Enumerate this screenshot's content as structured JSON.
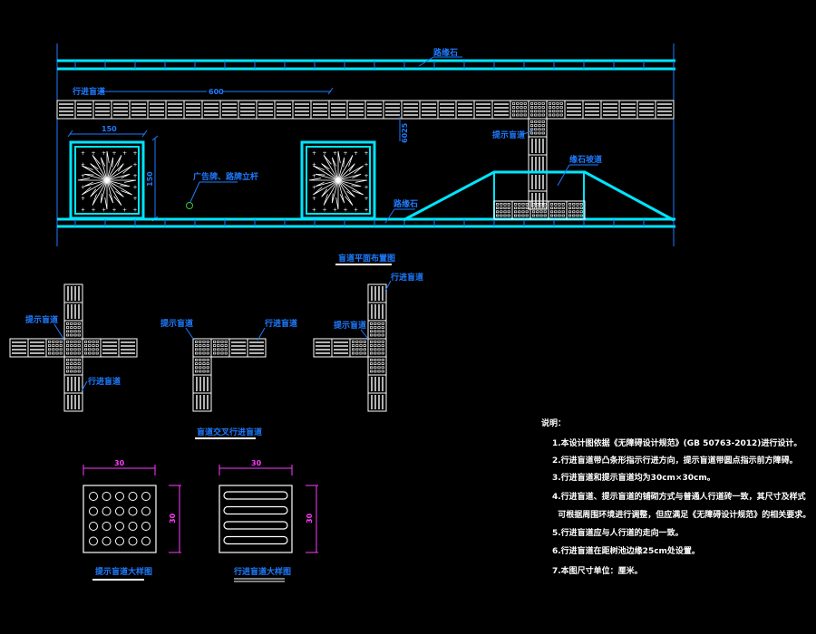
{
  "colors": {
    "background": "#000000",
    "curb": "#00e5ff",
    "tactile": "#ffffff",
    "label": "#1e7bff",
    "dimension_magenta": "#ff3cff",
    "pole": "#33cc33"
  },
  "plan": {
    "curb_top_label": "路缘石",
    "walk_strip_label": "行进盲道",
    "walk_strip_dim": "600",
    "tree_pit_width_dim": "150",
    "tree_pit_height_dim": "150",
    "offset_dims": [
      "25",
      "60"
    ],
    "pole_label": "广告牌、路牌立杆",
    "curb_bottom_label": "路缘石",
    "warning_label": "提示盲道",
    "ramp_label": "缘石坡道",
    "title": "盲道平面布置图"
  },
  "intersections": {
    "cross": {
      "warning_label": "提示盲道",
      "walk_label": "行进盲道"
    },
    "corner": {
      "warning_label": "提示盲道",
      "walk_label": "行进盲道"
    },
    "tee": {
      "warning_label": "提示盲道",
      "walk_label": "行进盲道"
    },
    "title": "盲道交叉行进盲道"
  },
  "details": {
    "warning_tile": {
      "width_dim": "30",
      "height_dim": "30",
      "title": "提示盲道大样图"
    },
    "walk_tile": {
      "width_dim": "30",
      "height_dim": "30",
      "title": "行进盲道大样图"
    }
  },
  "notes": {
    "heading": "说明：",
    "items": [
      "1.本设计图依据《无障碍设计规范》(GB 50763-2012)进行设计。",
      "2.行进盲道带凸条形指示行进方向，提示盲道带圆点指示前方障碍。",
      "3.行进盲道和提示盲道均为30cm×30cm。",
      "4.行进盲道、提示盲道的铺砌方式与普通人行道砖一致，其尺寸及样式",
      "  可根据周围环境进行调整，但应满足《无障碍设计规范》的相关要求。",
      "5.行进盲道应与人行道的走向一致。",
      "6.行进盲道在距树池边缘25cm处设置。",
      "7.本图尺寸单位：厘米。"
    ]
  }
}
